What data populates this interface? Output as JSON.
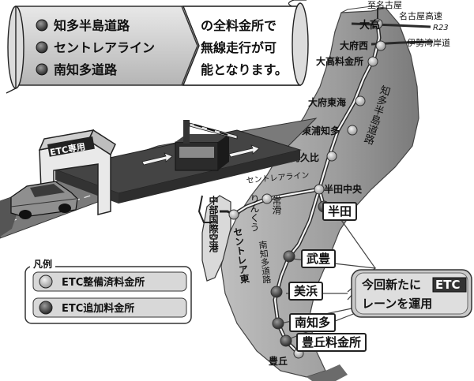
{
  "banner": {
    "roads": [
      "知多半島道路",
      "セントレアライン",
      "南知多道路"
    ],
    "message_lines": [
      "の全料金所で",
      "無線走行が可",
      "能となります。"
    ]
  },
  "gate_sign": "ETC専用",
  "legend": {
    "title": "凡例",
    "existing": "ETC整備済料金所",
    "added": "ETC追加料金所"
  },
  "callout": {
    "line1_prefix": "今回新たに",
    "line1_highlight": "ETC",
    "line2": "レーンを運用"
  },
  "map": {
    "top_labels": [
      "至名古屋",
      "名古屋高速",
      "R23",
      "伊勢湾岸道"
    ],
    "stations_existing": [
      "大高",
      "大府西",
      "大高料金所",
      "大府東海",
      "東浦知多",
      "阿久比",
      "半田中央",
      "豊丘"
    ],
    "stations_added": [
      "半田",
      "武豊",
      "美浜",
      "南知多",
      "豊丘料金所"
    ],
    "road_names": {
      "chita": "知多半島道路",
      "centrair": "セントレアライン",
      "tokoname": "常滑",
      "rinku": "りんくう",
      "centrair_east": "セントレア東",
      "airport": "中部国際空港",
      "minamichita": "南知多道路"
    }
  }
}
